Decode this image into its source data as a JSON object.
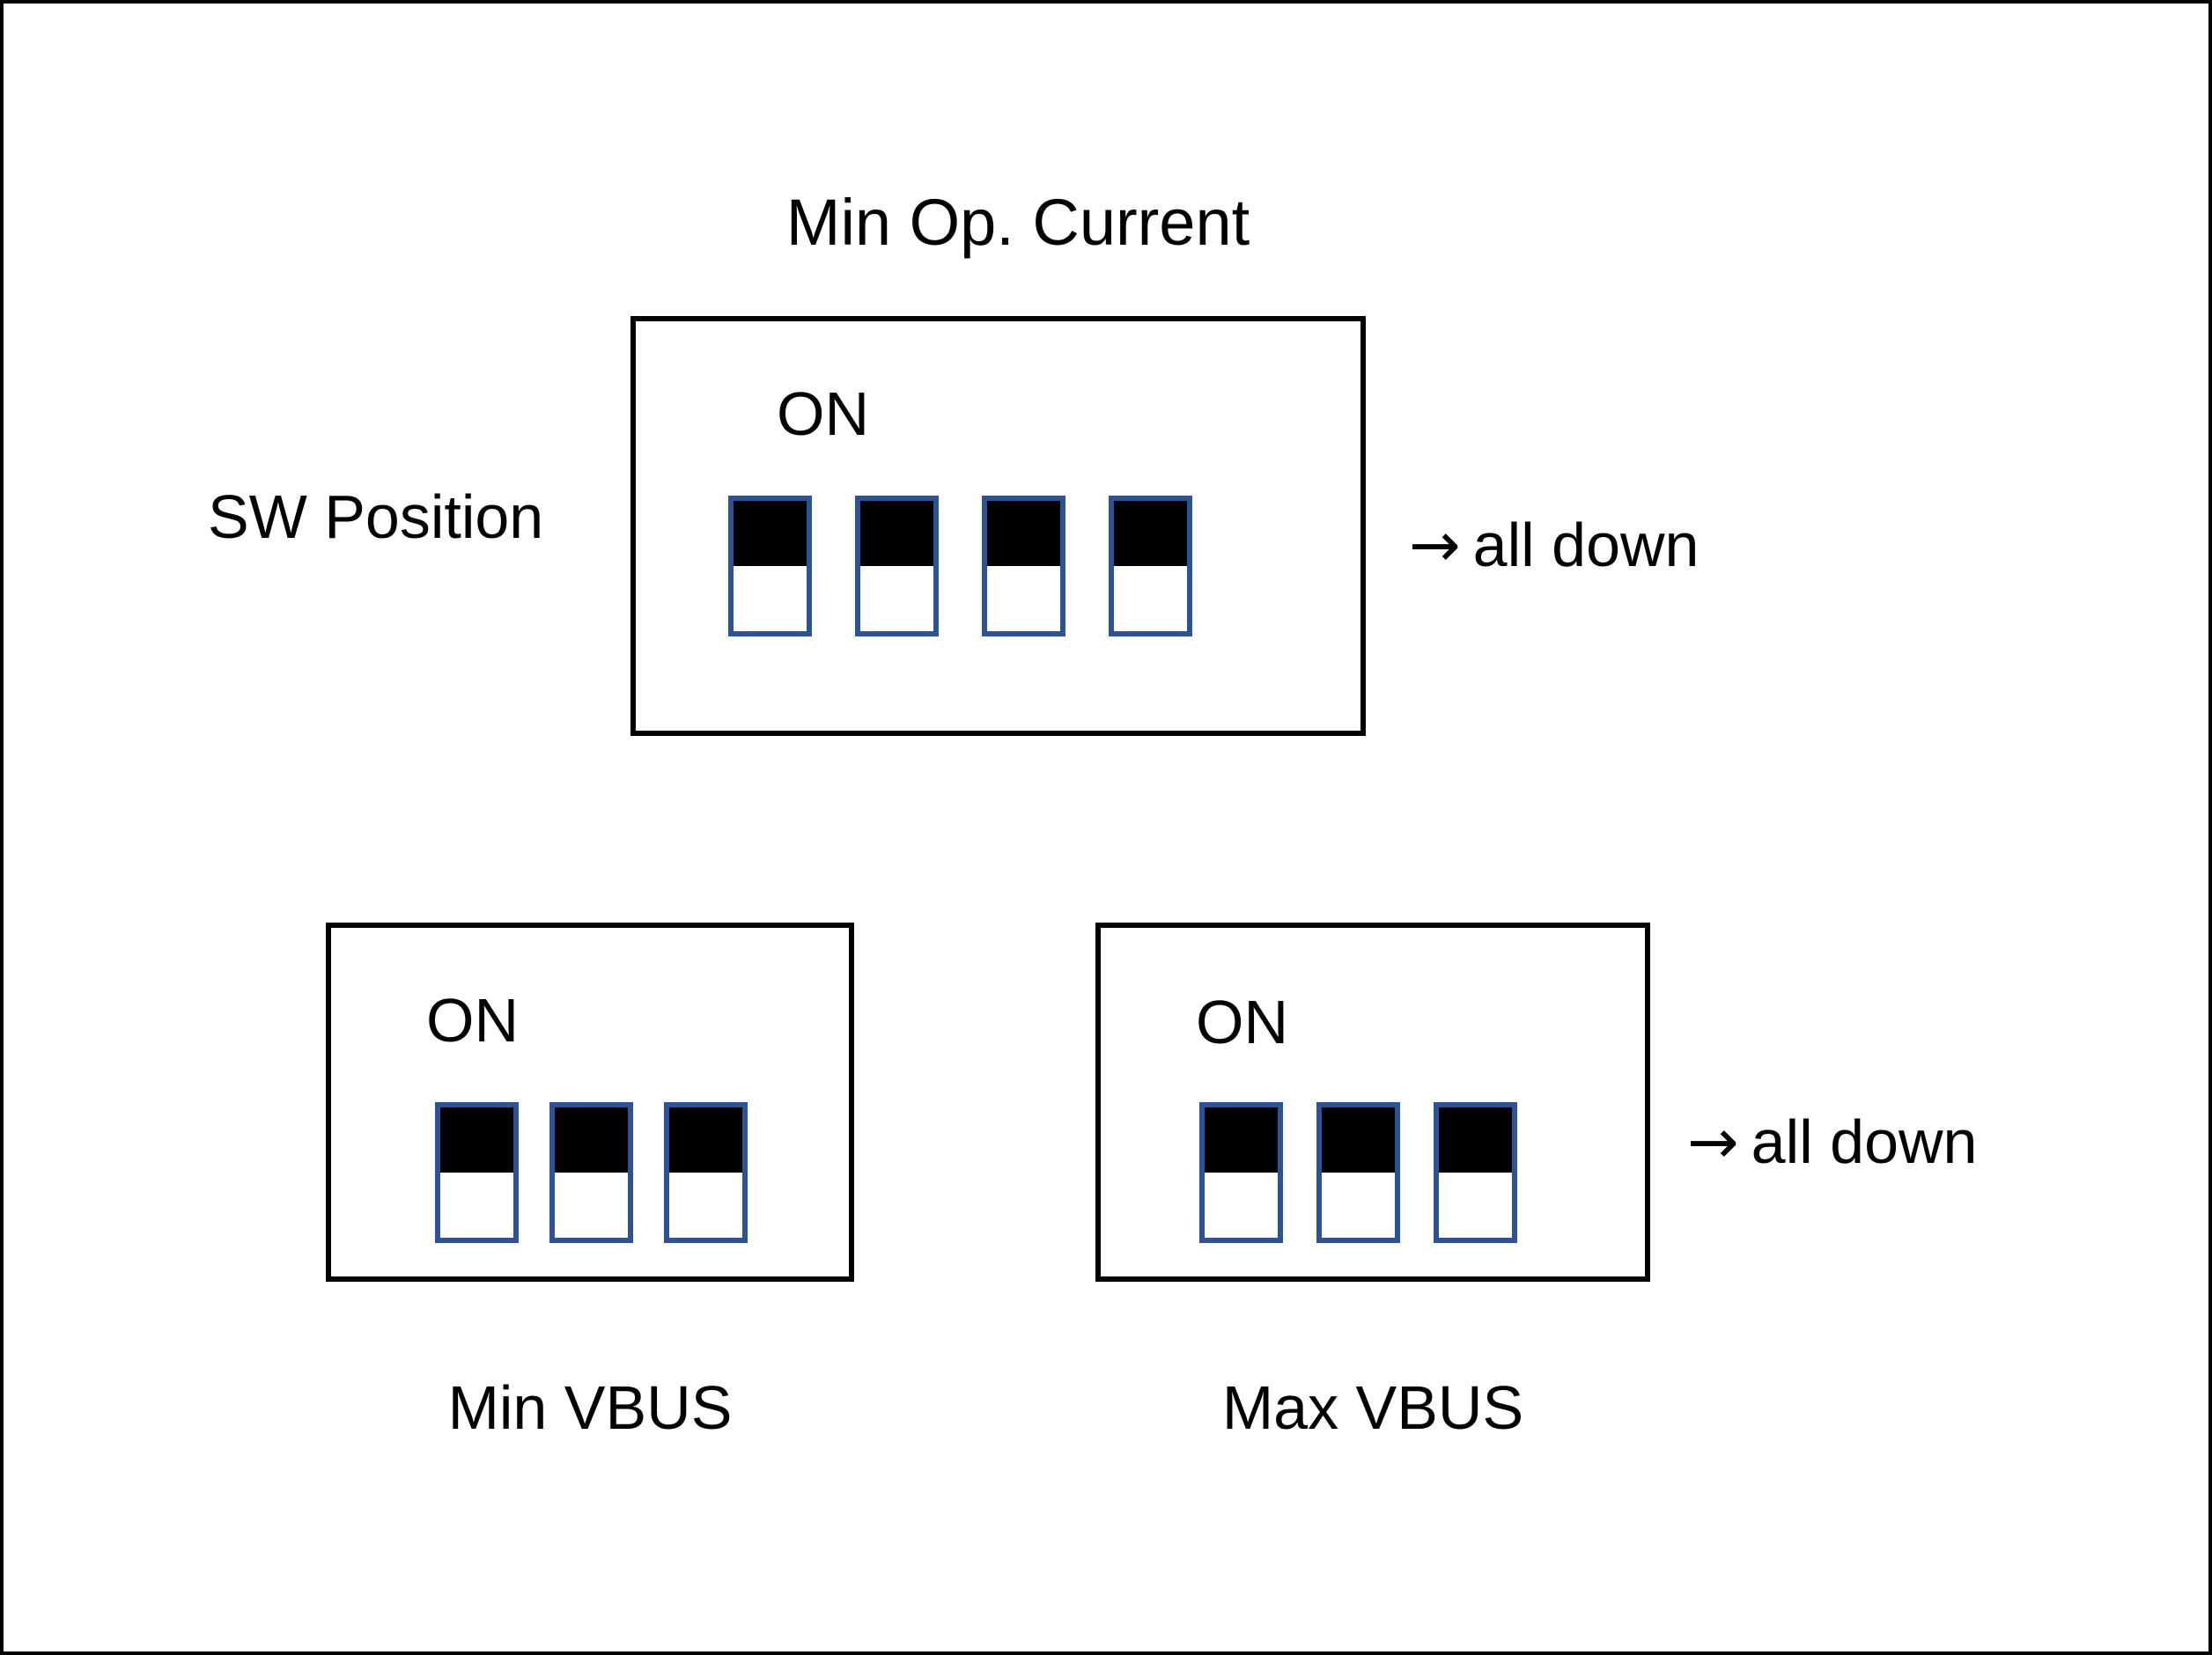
{
  "diagram": {
    "title": "Min Op. Current",
    "side_label": "SW Position",
    "blocks": [
      {
        "id": "min-op-current",
        "caption": "Min Op. Current",
        "on_label": "ON",
        "switch_count": 4,
        "switch_states": [
          "down",
          "down",
          "down",
          "down"
        ],
        "annotation": "all down",
        "annotation_arrow": "→"
      },
      {
        "id": "min-vbus",
        "caption": "Min VBUS",
        "on_label": "ON",
        "switch_count": 3,
        "switch_states": [
          "down",
          "down",
          "down"
        ],
        "annotation": "",
        "annotation_arrow": ""
      },
      {
        "id": "max-vbus",
        "caption": "Max VBUS",
        "on_label": "ON",
        "switch_count": 3,
        "switch_states": [
          "down",
          "down",
          "down"
        ],
        "annotation": "all down",
        "annotation_arrow": "→"
      }
    ],
    "colors": {
      "switch_border": "#2E5395",
      "switch_toggle": "#000000",
      "block_border": "#000000",
      "background": "#ffffff",
      "text": "#000000"
    }
  }
}
